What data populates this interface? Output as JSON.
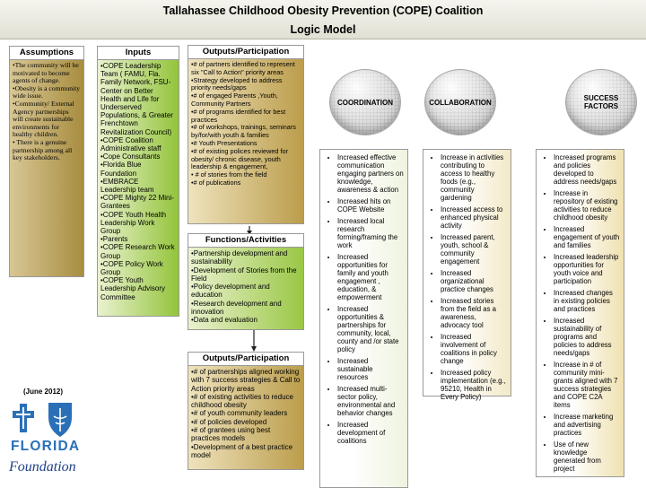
{
  "header": {
    "title": "Tallahassee Childhood Obesity Prevention (COPE) Coalition",
    "subtitle": "Logic Model"
  },
  "assumptions": {
    "title": "Assumptions",
    "items": [
      "•The community will be motivated to become agents of change.",
      "•Obesity is a community wide issue.",
      "•Community/ External Agency partnerships will create sustainable environments for healthy children.",
      "• There is a genuine partnership among all key stakeholders."
    ]
  },
  "inputs": {
    "title": "Inputs",
    "items": [
      "•COPE Leadership Team ( FAMU, Fla. Family Network, FSU- Center on Better Health and Life for Underserved Populations, & Greater Frenchtown Revitalization Council)",
      "•COPE Coalition Administrative staff",
      "•Cope Consultants",
      "•Florida Blue Foundation",
      "•EMBRACE Leadership team",
      "•COPE Mighty 22 Mini-Grantees",
      "•COPE Youth Health Leadership Work Group",
      "•Parents",
      "•COPE Research Work Group",
      "•COPE Policy Work Group",
      "•COPE  Youth Leadership Advisory Committee"
    ]
  },
  "outputs_top": {
    "title": "Outputs/Participation",
    "items": [
      "•# of partners identified to represent six \"Call to Action\" priority areas",
      "•Strategy developed to address priority needs/gaps",
      "•# of engaged Parents ,Youth, Community Partners",
      "•# of programs identified for best practices",
      "•# of workshops, trainings, seminars by/for/with  youth & families",
      "•# Youth Presentations",
      "•# of existing polices reviewed for obesity/ chronic disease, youth leadership & engagement,",
      "• # of stories from the field",
      "•# of publications"
    ]
  },
  "functions": {
    "title": "Functions/Activities",
    "items": [
      "•Partnership development and sustainability",
      "•Development  of Stories from the Field",
      "•Policy development and education",
      "•Research development and innovation",
      "•Data and evaluation"
    ]
  },
  "outputs_bottom": {
    "title": "Outputs/Participation",
    "items": [
      "•#  of partnerships aligned working with 7 success strategies & Call to Action priority areas",
      "•# of existing  activities to reduce childhood obesity",
      "•# of youth community leaders",
      "•#  of policies developed",
      "•# of grantees using  best practices models",
      "•Development of a best practice model"
    ]
  },
  "circles": {
    "coordination": "COORDINATION",
    "collaboration": "COLLABORATION",
    "success": "SUCCESS FACTORS"
  },
  "coordination_outcomes": [
    "Increased effective communication engaging partners on knowledge, awareness & action",
    "Increased hits on COPE Website",
    "Increased local research forming/framing the work",
    "Increased opportunities for  family and youth engagement , education, & empowerment",
    "Increased opportunities & partnerships for community, local, county and /or state policy",
    "Increased sustainable resources",
    "Increased multi-sector policy, environmental and behavior changes",
    "Increased development of coalitions"
  ],
  "collaboration_outcomes": [
    "Increase in activities contributing to access to healthy foods (e.g., community gardening",
    "Increased access to enhanced physical activity",
    "Increased parent, youth, school & community engagement",
    "Increased organizational practice changes",
    "Increased stories from the field as a awareness, advocacy tool",
    "Increased involvement of coalitions in policy change",
    "Increased policy implementation (e.g., 95210, Health in Every Policy)"
  ],
  "success_outcomes": [
    "Increased programs and policies developed to address needs/gaps",
    "Increase in repository of existing activities to reduce childhood obesity",
    "Increased engagement of youth and families",
    "Increased leadership opportunities for youth voice and participation",
    "Increased changes in existing policies and practices",
    "Increased sustainability of programs and policies to address needs/gaps",
    "Increase in  # of community mini-grants aligned with 7 success strategies and COPE C2A items",
    "Increase marketing and advertising practices",
    "Use of new knowledge generated from project"
  ],
  "date_label": "(June 2012)",
  "logo": {
    "state": "FLORIDA",
    "foundation": "Foundation",
    "colors": {
      "blue": "#2a6fb7",
      "script": "#1f3f8a"
    },
    "icons": [
      "blue-cross-icon",
      "blue-shield-icon"
    ]
  },
  "colors": {
    "gold": "#b39a4c",
    "green": "#93c43b",
    "header": "#e0e0d4"
  }
}
